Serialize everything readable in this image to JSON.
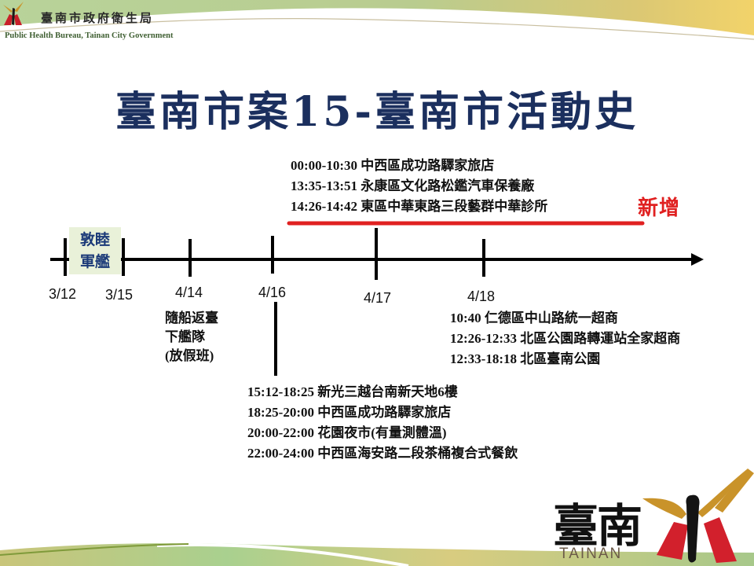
{
  "header": {
    "title_cn": "臺南市政府衛生局",
    "title_en": "Public Health Bureau, Tainan City Government"
  },
  "main_title": "臺南市案15-臺南市活動史",
  "new_badge": "新增",
  "colors": {
    "title": "#1b2f5e",
    "highlight_line": "#e02020",
    "ship_box_bg": "#e9f1d9",
    "ship_box_text": "#1b3a78",
    "timeline": "#000000"
  },
  "timeline": {
    "dates": [
      {
        "label": "3/12"
      },
      {
        "label": "3/15"
      },
      {
        "label": "4/14"
      },
      {
        "label": "4/16"
      },
      {
        "label": "4/17"
      },
      {
        "label": "4/18"
      }
    ],
    "ship_box": {
      "line1": "敦睦",
      "line2": "軍艦"
    }
  },
  "events": {
    "apr14": {
      "lines": [
        "隨船返臺",
        "下艦隊",
        "(放假班)"
      ]
    },
    "apr16": {
      "lines": [
        "15:12-18:25 新光三越台南新天地6樓",
        "18:25-20:00 中西區成功路驛家旅店",
        "20:00-22:00 花園夜市(有量測體溫)",
        "22:00-24:00 中西區海安路二段茶桶複合式餐飲"
      ]
    },
    "apr17": {
      "lines": [
        "00:00-10:30 中西區成功路驛家旅店",
        "13:35-13:51 永康區文化路松鑑汽車保養廠",
        "14:26-14:42 東區中華東路三段藝群中華診所"
      ]
    },
    "apr18": {
      "lines": [
        "10:40 仁德區中山路統一超商",
        "12:26-12:33 北區公園路轉運站全家超商",
        "12:33-18:18 北區臺南公園"
      ]
    }
  },
  "footer_logo": {
    "text_cn": "臺南",
    "text_en": "TAINAN"
  }
}
